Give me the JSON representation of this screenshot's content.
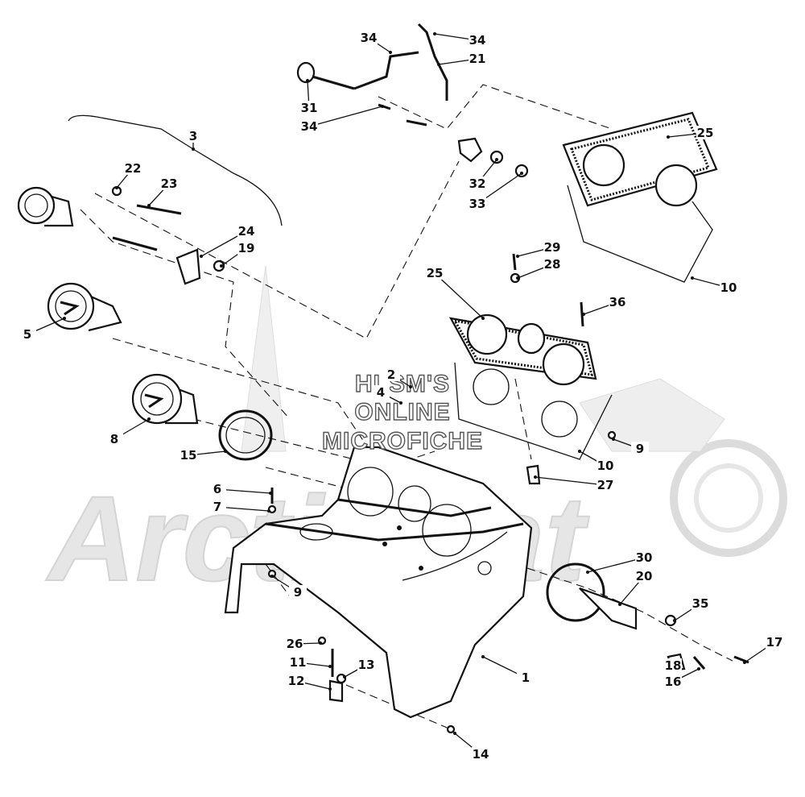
{
  "watermark": {
    "line1": "HLSM'S",
    "line2": "ONLINE",
    "line3": "MICROFICHE",
    "logo_text": "ArcticCat",
    "logo_color": "#e6e6e6"
  },
  "callouts": [
    {
      "id": "c34a",
      "label": "34"
    },
    {
      "id": "c34b",
      "label": "34"
    },
    {
      "id": "c21",
      "label": "21"
    },
    {
      "id": "c31",
      "label": "31"
    },
    {
      "id": "c34c",
      "label": "34"
    },
    {
      "id": "c25a",
      "label": "25"
    },
    {
      "id": "c3",
      "label": "3"
    },
    {
      "id": "c22",
      "label": "22"
    },
    {
      "id": "c23",
      "label": "23"
    },
    {
      "id": "c32",
      "label": "32"
    },
    {
      "id": "c33",
      "label": "33"
    },
    {
      "id": "c24",
      "label": "24"
    },
    {
      "id": "c19",
      "label": "19"
    },
    {
      "id": "c29",
      "label": "29"
    },
    {
      "id": "c28",
      "label": "28"
    },
    {
      "id": "c25b",
      "label": "25"
    },
    {
      "id": "c10a",
      "label": "10"
    },
    {
      "id": "c36",
      "label": "36"
    },
    {
      "id": "c5",
      "label": "5"
    },
    {
      "id": "c2",
      "label": "2"
    },
    {
      "id": "c4",
      "label": "4"
    },
    {
      "id": "c8",
      "label": "8"
    },
    {
      "id": "c15",
      "label": "15"
    },
    {
      "id": "c9a",
      "label": "9"
    },
    {
      "id": "c10b",
      "label": "10"
    },
    {
      "id": "c27",
      "label": "27"
    },
    {
      "id": "c6",
      "label": "6"
    },
    {
      "id": "c7",
      "label": "7"
    },
    {
      "id": "c30",
      "label": "30"
    },
    {
      "id": "c20",
      "label": "20"
    },
    {
      "id": "c9b",
      "label": "9"
    },
    {
      "id": "c35",
      "label": "35"
    },
    {
      "id": "c26",
      "label": "26"
    },
    {
      "id": "c17",
      "label": "17"
    },
    {
      "id": "c11",
      "label": "11"
    },
    {
      "id": "c13",
      "label": "13"
    },
    {
      "id": "c1",
      "label": "1"
    },
    {
      "id": "c18",
      "label": "18"
    },
    {
      "id": "c12",
      "label": "12"
    },
    {
      "id": "c16",
      "label": "16"
    },
    {
      "id": "c14",
      "label": "14"
    }
  ]
}
